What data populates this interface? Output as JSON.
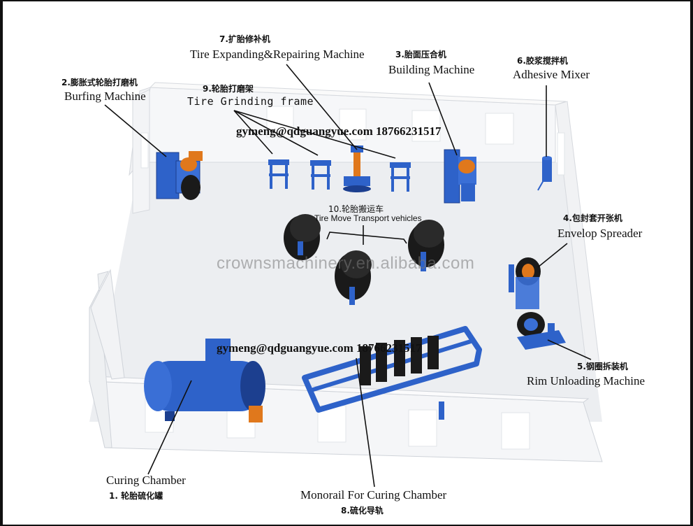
{
  "labels": {
    "tire_expanding": {
      "cn": "7.扩胎修补机",
      "en": "Tire Expanding&Repairing Machine"
    },
    "buffing": {
      "cn": "2.膨胀式轮胎打磨机",
      "en": "Burfing Machine"
    },
    "grinding_frame": {
      "cn": "9.轮胎打磨架",
      "en": "Tire Grinding frame"
    },
    "building": {
      "cn": "3.胎面压合机",
      "en": "Building Machine"
    },
    "adhesive": {
      "cn": "6.胶浆搅拌机",
      "en": "Adhesive Mixer"
    },
    "transport": {
      "cn": "10.轮胎搬运车",
      "en": "Tire Move Transport vehicles"
    },
    "envelope": {
      "cn": "4.包封套开张机",
      "en": "Envelop Spreader"
    },
    "rim": {
      "cn": "5.钢圈拆装机",
      "en": "Rim Unloading Machine"
    },
    "curing": {
      "cn": "1. 轮胎硫化罐",
      "en": "Curing Chamber"
    },
    "monorail": {
      "cn": "8.硫化导轨",
      "en": "Monorail For Curing Chamber"
    }
  },
  "contact_top": "gymeng@qdguangyue.com 18766231517",
  "contact_bottom": "gymeng@qdguangyue.com 18766231517",
  "watermark": "crownsmachinery.en.alibaba.com",
  "colors": {
    "equipment": "#2e62c9",
    "equipment_dark": "#1c3f8f",
    "accent": "#e0781c",
    "wall": "#f4f5f7",
    "floor": "#eceef1",
    "tire": "#1a1a1a"
  }
}
